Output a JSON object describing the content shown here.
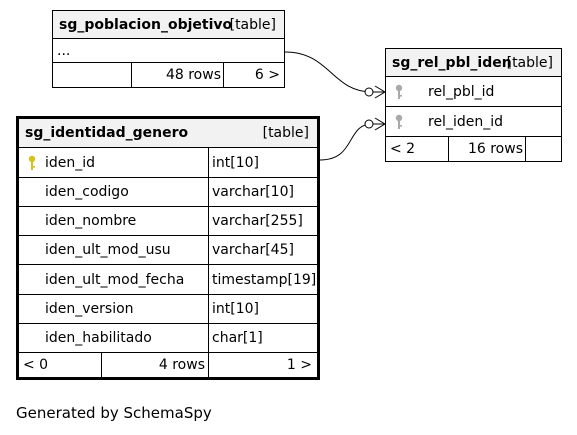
{
  "colors": {
    "line": "#000000",
    "header_bg": "#f2f2f2",
    "pk_key": "#d4c21a",
    "fk_key": "#a9a9a9"
  },
  "tables": {
    "poblacion": {
      "name": "sg_poblacion_objetivo",
      "kind": "[table]",
      "ellipsis": "...",
      "rows_count": "48 rows",
      "children": "6 >"
    },
    "rel": {
      "name": "sg_rel_pbl_iden",
      "kind": "[table]",
      "columns": [
        "rel_pbl_id",
        "rel_iden_id"
      ],
      "parents": "< 2",
      "rows_count": "16 rows"
    },
    "identidad": {
      "name": "sg_identidad_genero",
      "kind": "[table]",
      "columns": [
        {
          "name": "iden_id",
          "type": "int[10]"
        },
        {
          "name": "iden_codigo",
          "type": "varchar[10]"
        },
        {
          "name": "iden_nombre",
          "type": "varchar[255]"
        },
        {
          "name": "iden_ult_mod_usu",
          "type": "varchar[45]"
        },
        {
          "name": "iden_ult_mod_fecha",
          "type": "timestamp[19]"
        },
        {
          "name": "iden_version",
          "type": "int[10]"
        },
        {
          "name": "iden_habilitado",
          "type": "char[1]"
        }
      ],
      "parents": "< 0",
      "rows_count": "4 rows",
      "children": "1 >"
    }
  },
  "footer": "Generated by SchemaSpy"
}
